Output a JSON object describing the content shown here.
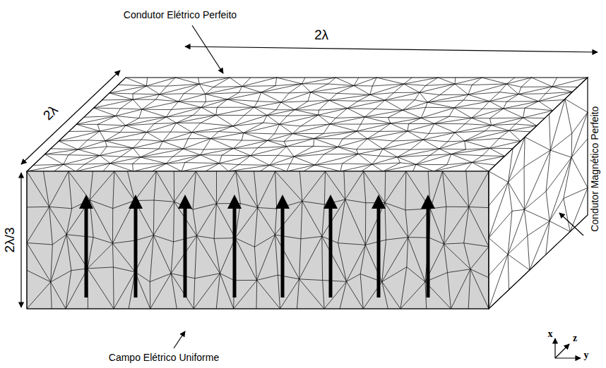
{
  "diagram": {
    "labels": [
      "Condutor Elétrico Perfeito",
      "2λ",
      "2λ",
      "2λ/3",
      "Condutor Magnético Perfeito",
      "Campo Elétrico Uniforme",
      "x",
      "z",
      "y"
    ]
  }
}
